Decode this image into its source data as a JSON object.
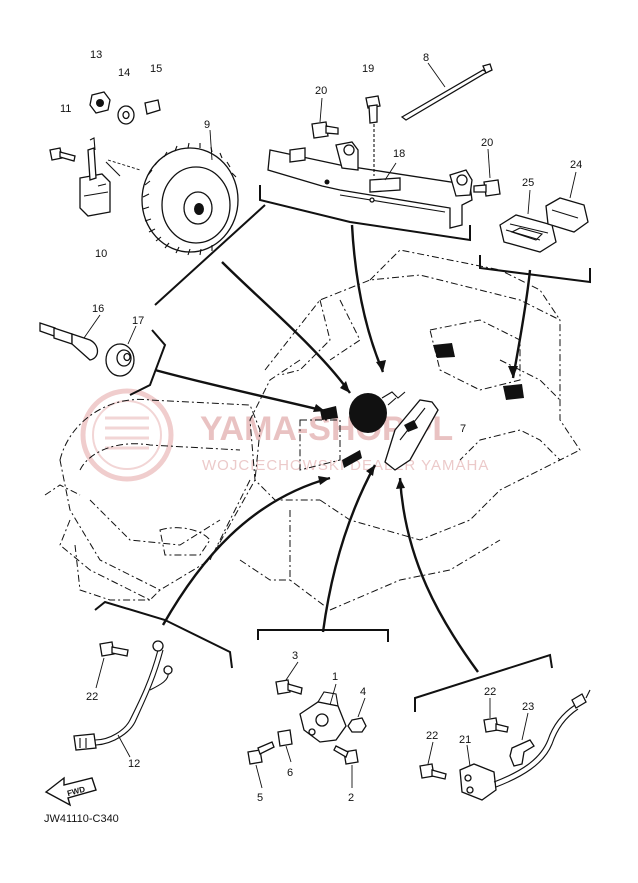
{
  "diagram_code": "JW41110-C340",
  "fwd_label": "FWD",
  "watermark": {
    "line1": "YAMA-SHOP.PL",
    "line2": "WOJCIECHOWSKI DEALER YAMAHA"
  },
  "callouts": {
    "c1": "1",
    "c2": "2",
    "c3": "3",
    "c4": "4",
    "c5": "5",
    "c6": "6",
    "c7": "7",
    "c8": "8",
    "c9": "9",
    "c10": "10",
    "c11": "11",
    "c12": "12",
    "c13": "13",
    "c14": "14",
    "c15": "15",
    "c16": "16",
    "c17": "17",
    "c18": "18",
    "c19": "19",
    "c20a": "20",
    "c20b": "20",
    "c21": "21",
    "c22a": "22",
    "c22b": "22",
    "c22c": "22",
    "c23": "23",
    "c24": "24",
    "c25": "25"
  },
  "colors": {
    "line": "#111111",
    "watermark": "#e4b3b3"
  }
}
